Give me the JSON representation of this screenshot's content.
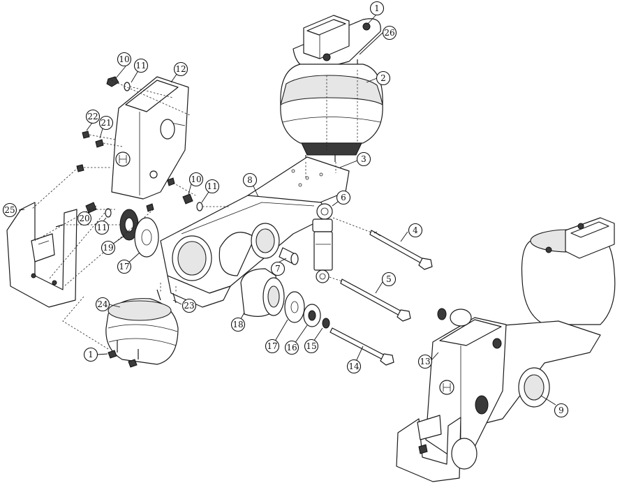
{
  "callouts": [
    {
      "id": "c1a",
      "label": "1"
    },
    {
      "id": "c26",
      "label": "26"
    },
    {
      "id": "c2",
      "label": "2"
    },
    {
      "id": "c3",
      "label": "3"
    },
    {
      "id": "c4",
      "label": "4"
    },
    {
      "id": "c5",
      "label": "5"
    },
    {
      "id": "c6",
      "label": "6"
    },
    {
      "id": "c7",
      "label": "7"
    },
    {
      "id": "c8",
      "label": "8"
    },
    {
      "id": "c9",
      "label": "9"
    },
    {
      "id": "c10a",
      "label": "10"
    },
    {
      "id": "c11a",
      "label": "11"
    },
    {
      "id": "c12",
      "label": "12"
    },
    {
      "id": "c22",
      "label": "22"
    },
    {
      "id": "c21",
      "label": "21"
    },
    {
      "id": "c10b",
      "label": "10"
    },
    {
      "id": "c11b",
      "label": "11"
    },
    {
      "id": "c25",
      "label": "25"
    },
    {
      "id": "c20",
      "label": "20"
    },
    {
      "id": "c11c",
      "label": "11"
    },
    {
      "id": "c19",
      "label": "19"
    },
    {
      "id": "c17a",
      "label": "17"
    },
    {
      "id": "c24",
      "label": "24"
    },
    {
      "id": "c23",
      "label": "23"
    },
    {
      "id": "c18",
      "label": "18"
    },
    {
      "id": "c17b",
      "label": "17"
    },
    {
      "id": "c16",
      "label": "16"
    },
    {
      "id": "c15",
      "label": "15"
    },
    {
      "id": "c14",
      "label": "14"
    },
    {
      "id": "c1b",
      "label": "1"
    },
    {
      "id": "c13",
      "label": "13"
    }
  ]
}
